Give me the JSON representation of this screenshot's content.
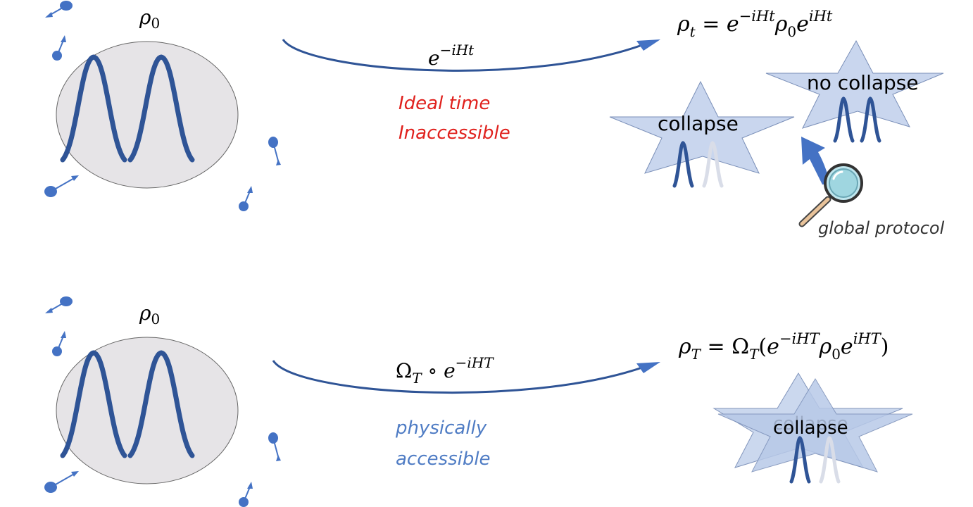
{
  "colors": {
    "wave": "#2f5496",
    "arrow": "#2f5496",
    "blob_fill": "#e6e4e7",
    "star_fill": "#c9d6ee",
    "spin": "#4472c4",
    "red_note": "#e0211d",
    "blue_note": "#4f7cc4",
    "gray_note": "#333333"
  },
  "top": {
    "rho0": {
      "base": "ρ",
      "sub": "0"
    },
    "evolution_label": {
      "base": "e",
      "sup": "−iHt"
    },
    "note_line1": "Ideal time",
    "note_line2": "Inaccessible",
    "result": {
      "lhs": "ρ",
      "lhs_sub": "t",
      "eq": " = ",
      "e1": "e",
      "e1_sup": "−iHt",
      "mid": "ρ",
      "mid_sub": "0",
      "e2": "e",
      "e2_sup": "iHt"
    },
    "star_collapse_label": "collapse",
    "star_nocollapse_label": "no collapse",
    "protocol_label": "global protocol",
    "icons": [
      "magnifier-icon",
      "curved-up-arrow-icon"
    ]
  },
  "bottom": {
    "rho0": {
      "base": "ρ",
      "sub": "0"
    },
    "evolution_label": {
      "omega": "Ω",
      "omega_sub": "T",
      "circ": " ∘ ",
      "e": "e",
      "e_sup": "−iHT"
    },
    "note_line1": "physically",
    "note_line2": "accessible",
    "result": {
      "lhs": "ρ",
      "lhs_sub": "T",
      "eq": " = ",
      "omega": "Ω",
      "omega_sub": "T",
      "open": "(",
      "e1": "e",
      "e1_sup": "−iHT",
      "mid": "ρ",
      "mid_sub": "0",
      "e2": "e",
      "e2_sup": "iHT",
      "close": ")"
    },
    "star_back_label": "collapse",
    "star_front_label": "collapse"
  }
}
